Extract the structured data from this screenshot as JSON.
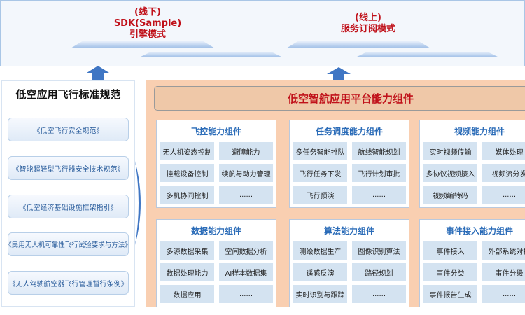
{
  "top": {
    "offline": {
      "line1": "(线下)",
      "line2": "SDK(Sample)",
      "line3": "引擎模式"
    },
    "online": {
      "line1": "(线上)",
      "line2": "服务订阅模式"
    }
  },
  "standards": {
    "title": "低空应用飞行标准规范",
    "items": [
      "《低空飞行安全规范》",
      "《智能超轻型飞行器安全技术规范》",
      "《低空经济基础设施框架指引》",
      "《民用无人机可靠性飞行试验要求与方法》",
      "《无人驾驶航空器飞行管理暂行条例》"
    ]
  },
  "platform": {
    "title": "低空智航应用平台能力组件",
    "cards": [
      {
        "title": "飞控能力组件",
        "items": [
          "无人机姿态控制",
          "避障能力",
          "挂载设备控制",
          "续航与动力管理",
          "多机协同控制",
          "......"
        ]
      },
      {
        "title": "任务调度能力组件",
        "items": [
          "多任务智能排队",
          "航线智能规划",
          "飞行任务下发",
          "飞行计划审批",
          "飞行预演",
          "......"
        ]
      },
      {
        "title": "视频能力组件",
        "items": [
          "实时视频传输",
          "媒体处理",
          "多协议视频接入",
          "视频流分发",
          "视频编转码",
          "......"
        ]
      },
      {
        "title": "数据能力组件",
        "items": [
          "多源数据采集",
          "空间数据分析",
          "数据处理能力",
          "AI样本数据集",
          "数据应用",
          "......"
        ]
      },
      {
        "title": "算法能力组件",
        "items": [
          "测绘数据生产",
          "图像识别算法",
          "遥感反演",
          "路径规划",
          "实时识别与跟踪",
          "......"
        ]
      },
      {
        "title": "事件接入能力组件",
        "items": [
          "事件接入",
          "外部系统对接",
          "事件分类",
          "事件分级",
          "事件报告生成",
          "......"
        ]
      }
    ]
  },
  "colors": {
    "accent_red": "#c0111a",
    "card_title_blue": "#2b6cb8",
    "panel_orange": "#f9cfb1",
    "arrow_blue": "#3f76c4"
  }
}
